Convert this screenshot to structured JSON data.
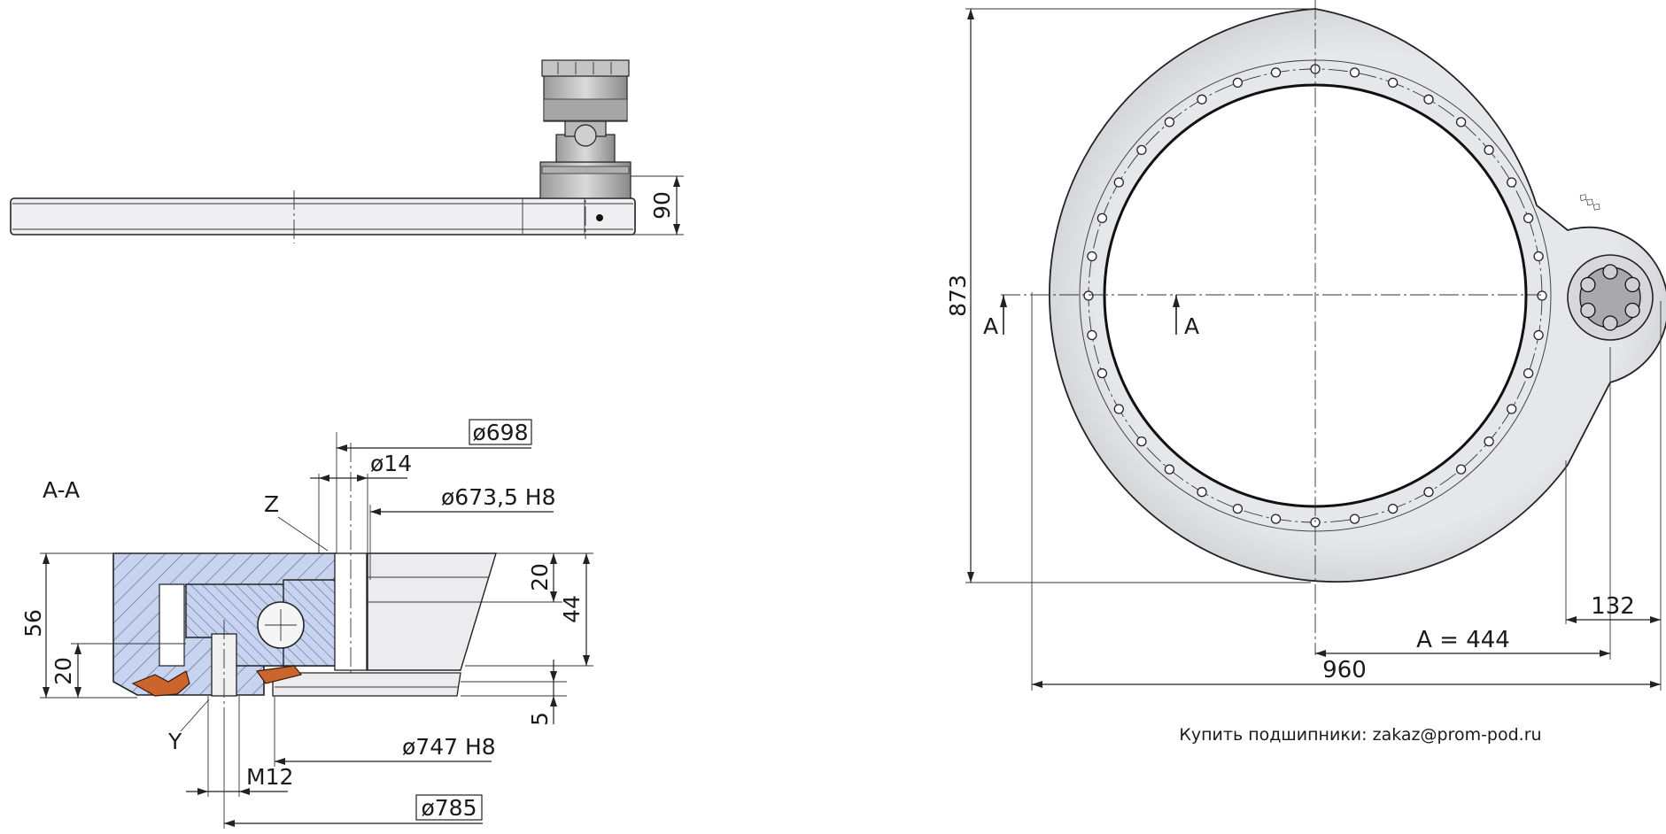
{
  "section": {
    "label": "A-A"
  },
  "dimensions": {
    "d698": "ø698",
    "d14": "ø14",
    "d673": "ø673,5 H8",
    "d747": "ø747 H8",
    "d785": "ø785",
    "m12": "M12",
    "h20_top": "20",
    "h44": "44",
    "h56": "56",
    "h20_left": "20",
    "h5": "5",
    "h90": "90",
    "h873": "873",
    "w960": "960",
    "w132": "132",
    "a444": "A = 444"
  },
  "markers": {
    "z": "Z",
    "y": "Y",
    "a_left": "A",
    "a_right": "A"
  },
  "footer": {
    "text": "Купить подшипники: zakaz@prom-pod.ru"
  },
  "colors": {
    "hatch": "#b8c6e8",
    "seal": "#c9652d",
    "body": "#e9e9ec"
  }
}
